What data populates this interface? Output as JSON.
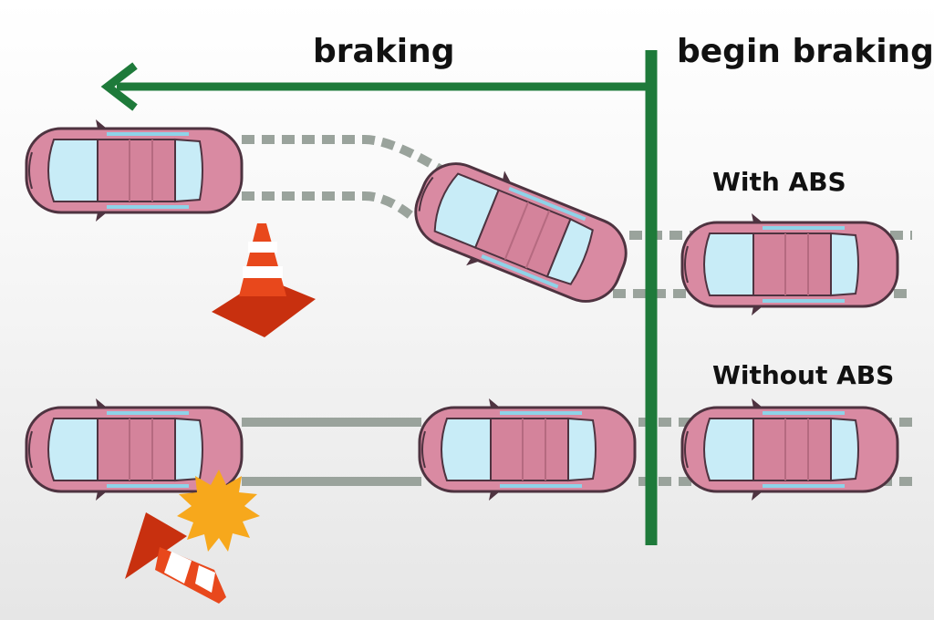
{
  "labels": {
    "braking": "braking",
    "begin_braking": "begin braking",
    "with_abs": "With ABS",
    "without_abs": "Without ABS"
  },
  "colors": {
    "line": "#1e7a3a",
    "car_body": "#d98aa2",
    "glass": "#c8ecf7",
    "track": "#9aa39c",
    "cone": "#e0401a",
    "impact": "#f7a81c"
  }
}
